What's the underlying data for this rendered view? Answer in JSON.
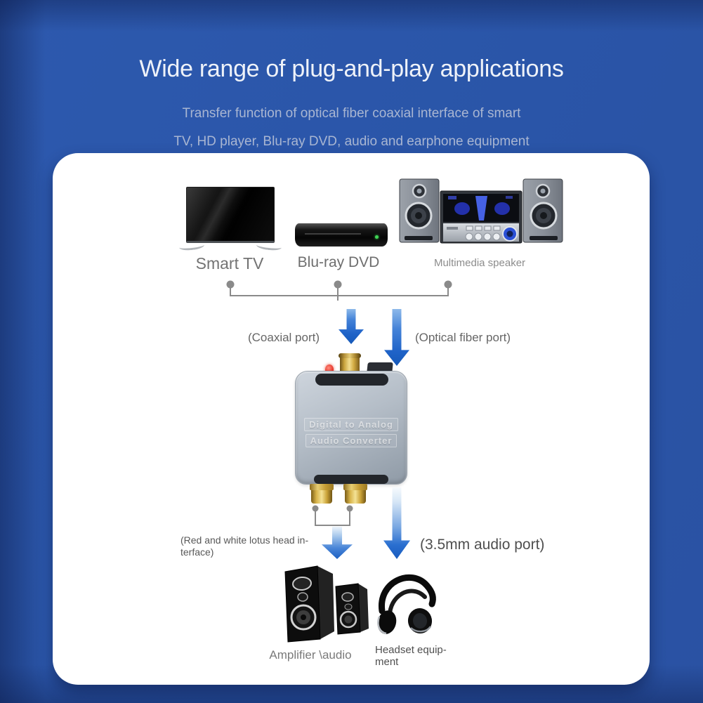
{
  "header": {
    "title": "Wide range of plug-and-play applications",
    "subtitle_lines": [
      "Transfer function of optical fiber coaxial interface of smart",
      "TV, HD player, Blu-ray DVD, audio and earphone equipment"
    ]
  },
  "source_devices": {
    "smart_tv_label": "Smart TV",
    "bluray_label": "Blu-ray DVD",
    "speaker_label": "Multimedia speaker"
  },
  "input_ports": {
    "coaxial_label": "(Coaxial port)",
    "optical_label": "(Optical fiber port)"
  },
  "converter": {
    "name_line1": "Digital to Analog",
    "name_line2": "Audio Converter"
  },
  "output_ports": {
    "rca_label_line1": "(Red and white lotus head in-",
    "rca_label_line2": "terface)",
    "audio_jack_label": "(3.5mm audio port)"
  },
  "output_devices": {
    "amplifier_label": "Amplifier \\audio",
    "headset_label_line1": "Headset equip-",
    "headset_label_line2": "ment"
  },
  "colors": {
    "background_blue": "#2a55a8",
    "card_white": "#ffffff",
    "arrow_blue": "#1f63c8",
    "connector_gold": "#d8b44a",
    "label_gray": "#737373",
    "bracket_gray": "#8a8a8a"
  }
}
